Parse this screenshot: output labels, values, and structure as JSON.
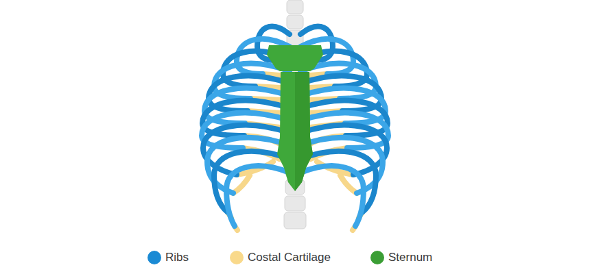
{
  "diagram": {
    "legend": [
      {
        "text": "Ribs",
        "color": "#1a8ad4"
      },
      {
        "text": "Costal Cartilage",
        "color": "#f9d98b"
      },
      {
        "text": "Sternum",
        "color": "#3b9e35"
      }
    ]
  }
}
